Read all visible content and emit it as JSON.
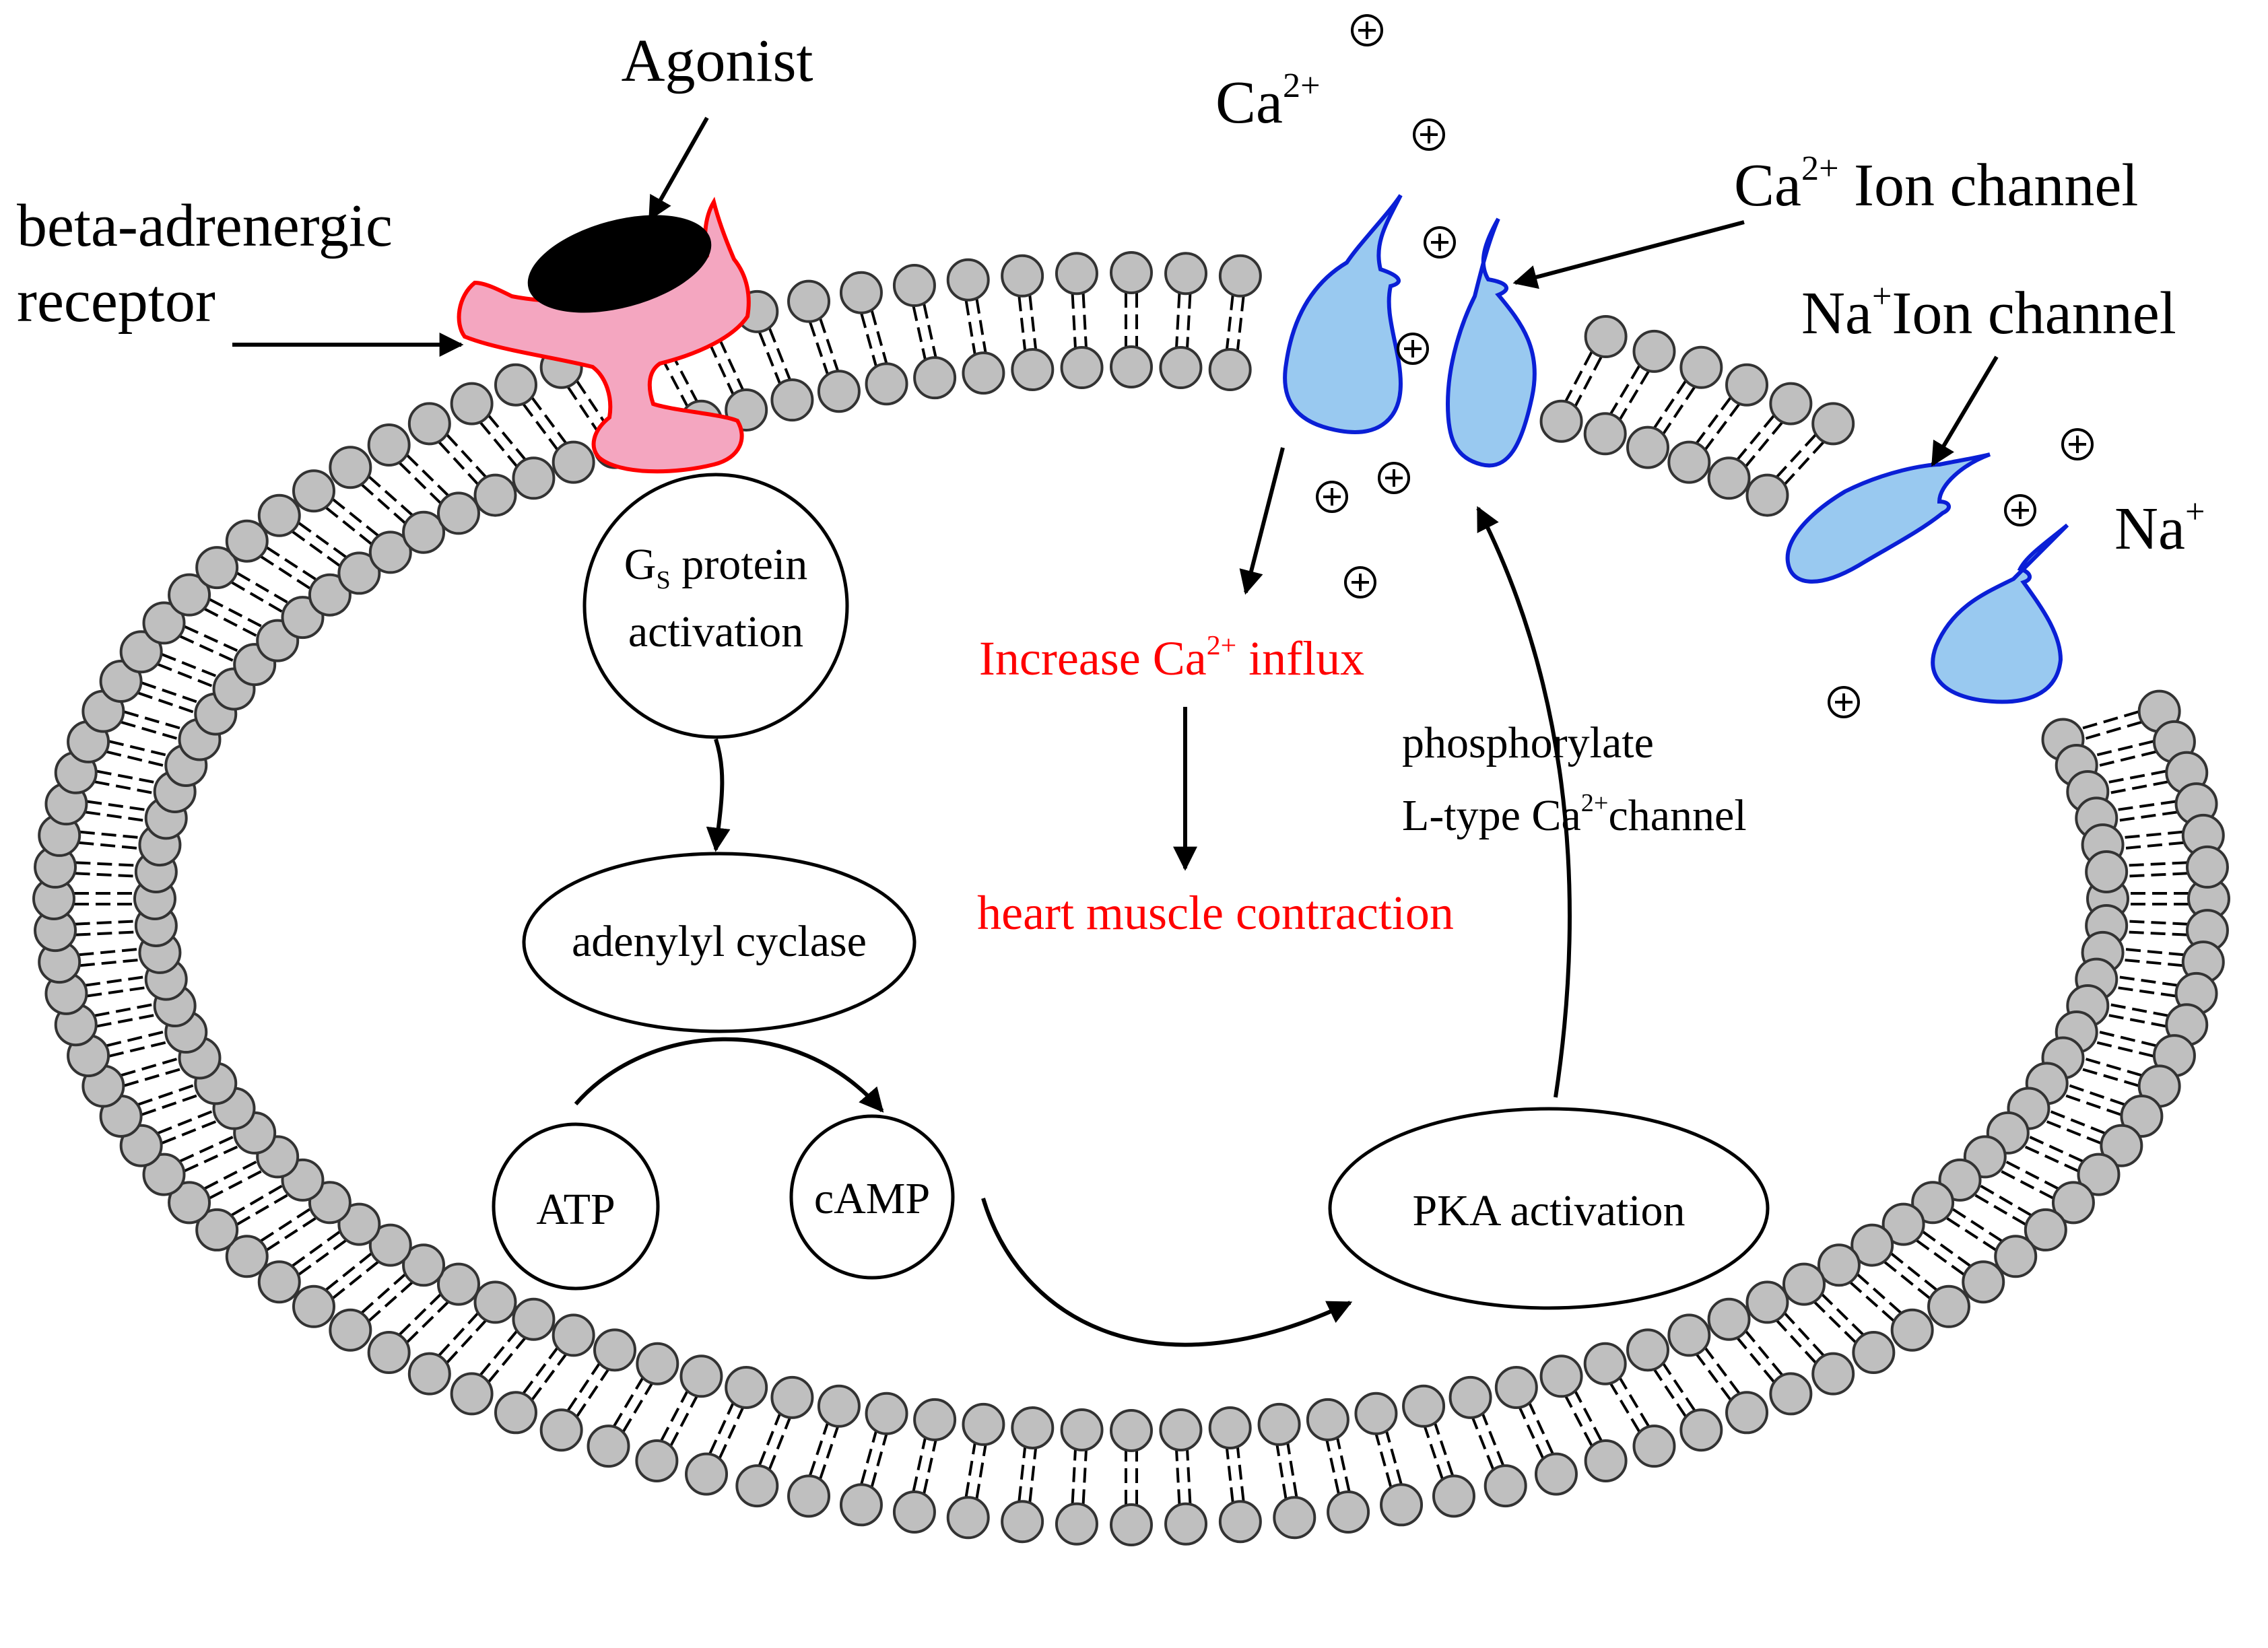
{
  "labels": {
    "agonist": "Agonist",
    "receptor_line1": "beta-adrenergic",
    "receptor_line2": "receptor",
    "ca_ion_base": "Ca",
    "ca_ion_sup": "2+",
    "ca_channel_base": "Ca",
    "ca_channel_sup": "2+",
    "ca_channel_rest": " Ion channel",
    "na_channel_base": "Na",
    "na_channel_sup": "+",
    "na_channel_rest": "Ion channel",
    "na_ion_base": "Na",
    "na_ion_sup": "+",
    "gs_line1_g": "G",
    "gs_line1_sub": "S",
    "gs_line1_rest": " protein",
    "gs_line2": "activation",
    "adenylyl": "adenylyl cyclase",
    "atp": "ATP",
    "camp": "cAMP",
    "pka": "PKA activation",
    "increase_pre": "Increase Ca",
    "increase_sup": "2+",
    "increase_post": " influx",
    "heart": "heart muscle contraction",
    "phos_line1": "phosphorylate",
    "phos_line2_pre": "L-type Ca",
    "phos_line2_sup": "2+",
    "phos_line2_post": "channel"
  },
  "colors": {
    "receptor_fill": "#f4a6c0",
    "receptor_stroke": "#ff0000",
    "channel_fill": "#99c9f0",
    "channel_stroke": "#0a1fd6",
    "lipid_head_fill": "#bfbfbf",
    "lipid_head_stroke": "#333333",
    "highlight_text": "#ff0000"
  }
}
